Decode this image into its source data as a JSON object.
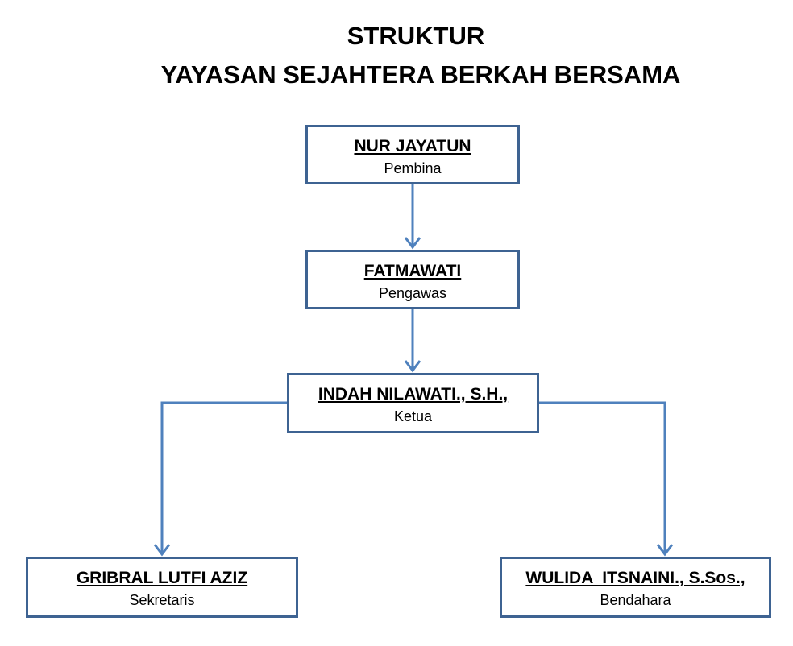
{
  "title": {
    "line1": "STRUKTUR",
    "line2": "YAYASAN SEJAHTERA BERKAH BERSAMA"
  },
  "nodes": [
    {
      "name": "NUR JAYATUN",
      "role": "Pembina"
    },
    {
      "name": "FATMAWATI",
      "role": "Pengawas"
    },
    {
      "name": "INDAH NILAWATI., S.H.,",
      "role": "Ketua"
    },
    {
      "name": "GRIBRAL LUTFI AZIZ",
      "role": "Sekretaris"
    },
    {
      "name": "WULIDA  ITSNAINI., S.Sos.,",
      "role": "Bendahara"
    }
  ],
  "colors": {
    "border": "#3E6392",
    "connector": "#4F81BD"
  }
}
